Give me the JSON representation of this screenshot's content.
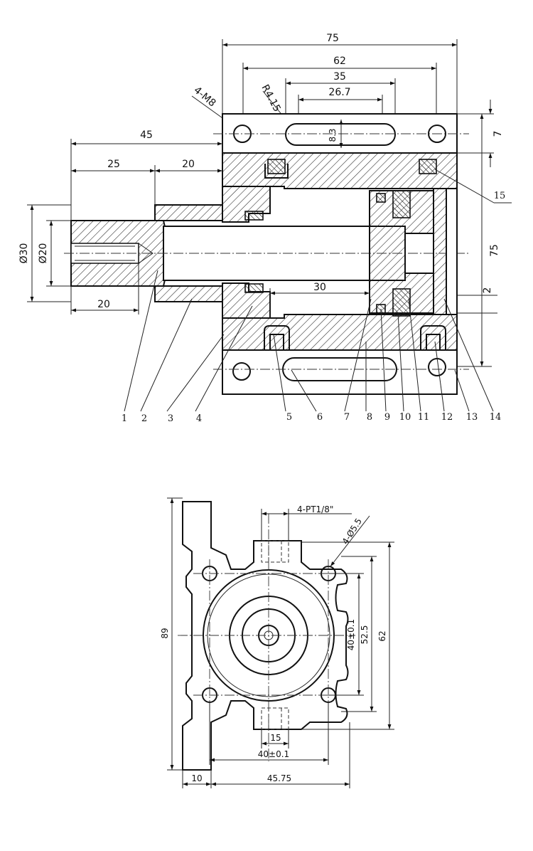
{
  "section_view": {
    "dimensions": {
      "overall_length": "75",
      "hole_spacing": "62",
      "slot_length": "35",
      "slot_center": "26.7",
      "thread_label": "4-M8",
      "slot_radius": "R4.15",
      "slot_width": "8.3",
      "rod_extension": "45",
      "rod_front": "25",
      "rod_rear": "20",
      "rod_diameter": "Ø30",
      "bore_diameter": "Ø20",
      "thread_depth": "20",
      "stroke": "30",
      "height_top": "7",
      "height_total": "75",
      "height_bottom": "2"
    },
    "callouts": [
      "1",
      "2",
      "3",
      "4",
      "5",
      "6",
      "7",
      "8",
      "9",
      "10",
      "11",
      "12",
      "13",
      "14",
      "15"
    ]
  },
  "end_view": {
    "dimensions": {
      "port_label": "4-PT1/8\"",
      "hole_label": "4-Ø5.5",
      "inner_spacing": "40±0.1",
      "mid_spacing": "52.5",
      "outer_spacing": "62",
      "total_height": "89",
      "port_width": "15",
      "bottom_spacing": "40±0.1",
      "left_offset": "10",
      "center_offset": "45.75"
    }
  }
}
